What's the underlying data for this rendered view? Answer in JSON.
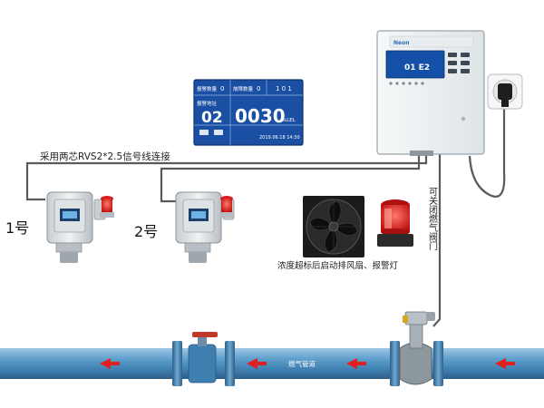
{
  "controller": {
    "brand": "Neon",
    "lcd_digits": "01  E2"
  },
  "display_panel": {
    "cell_labels": [
      "报警数量",
      "故障数量",
      "",
      "报警地址",
      "",
      ""
    ],
    "cell_values": [
      "0",
      "0",
      "1  0  1"
    ],
    "address_value": "02",
    "reading_value": "0030",
    "reading_unit": "%LEL",
    "footer_text": "2019.06.18  14:30"
  },
  "wiring_label": "采用两芯RVS2*2.5信号线连接",
  "detectors": [
    {
      "label": "1号"
    },
    {
      "label": "2号"
    }
  ],
  "fan_caption": "浓度超标后启动排风扇、报警灯",
  "valve_caption": "可关闭燃气阀门",
  "pipe_label": "燃气管道",
  "colors": {
    "pipe": "#4a88b8",
    "controller_body": "#eef1f3",
    "lcd_bg": "#1550a8",
    "alarm_red": "#d81e1e",
    "wire": "#5a5a5a"
  }
}
